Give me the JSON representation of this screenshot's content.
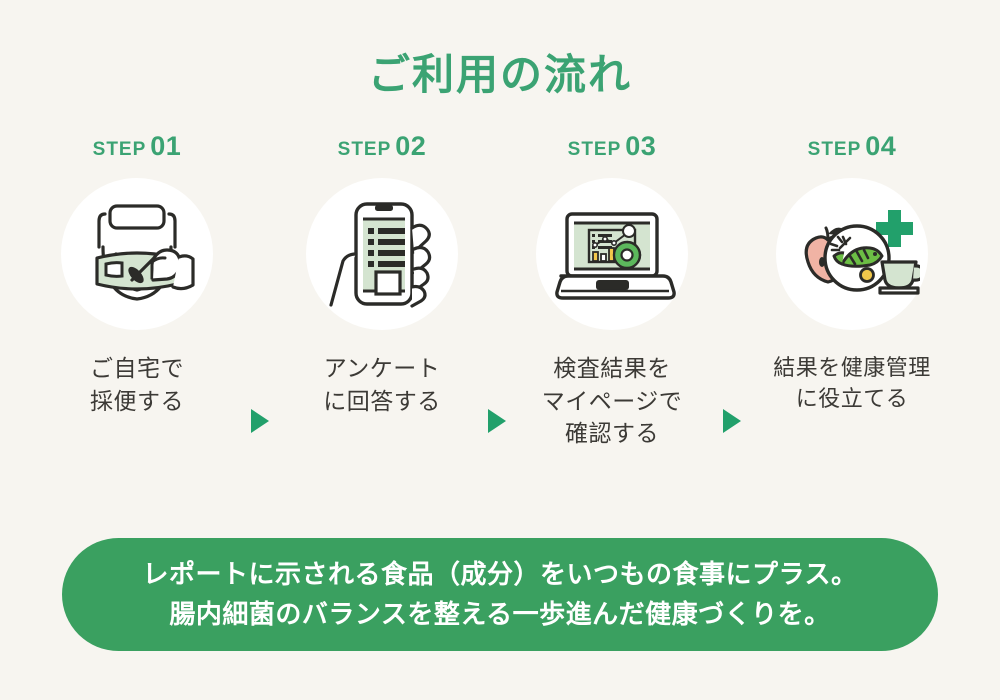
{
  "page": {
    "background_color": "#f7f5f0",
    "title": "ご利用の流れ",
    "title_color": "#3ba373"
  },
  "steps": [
    {
      "step_word": "STEP",
      "step_number": "01",
      "icon": "toilet-stool-sample-collection-icon",
      "caption": "ご自宅で\n採便する"
    },
    {
      "step_word": "STEP",
      "step_number": "02",
      "icon": "hand-holding-smartphone-questionnaire-icon",
      "caption": "アンケート\nに回答する"
    },
    {
      "step_word": "STEP",
      "step_number": "03",
      "icon": "laptop-results-dashboard-icon",
      "caption": "検査結果を\nマイページで\n確認する"
    },
    {
      "step_word": "STEP",
      "step_number": "04",
      "icon": "healthy-meal-plate-icon",
      "caption": "結果を健康管理\nに役立てる"
    }
  ],
  "arrows": [
    {
      "icon": "arrow-right-triangle-icon"
    },
    {
      "icon": "arrow-right-triangle-icon"
    },
    {
      "icon": "arrow-right-triangle-icon"
    }
  ],
  "banner": {
    "text": "レポートに示される食品（成分）をいつもの食事にプラス。\n腸内細菌のバランスを整える一歩進んだ健康づくりを。",
    "background_color": "#3aa060",
    "text_color": "#ffffff"
  },
  "colors": {
    "brand_green": "#3ba373",
    "banner_green": "#3aa060",
    "arrow_green": "#22a06b",
    "light_green_fill": "#d4e4d0",
    "ink": "#2b2b28",
    "caption_text": "#3c3a36",
    "circle_white": "#ffffff",
    "apple_pink": "#f0b3a4",
    "accent_yellow": "#f2c84b"
  }
}
